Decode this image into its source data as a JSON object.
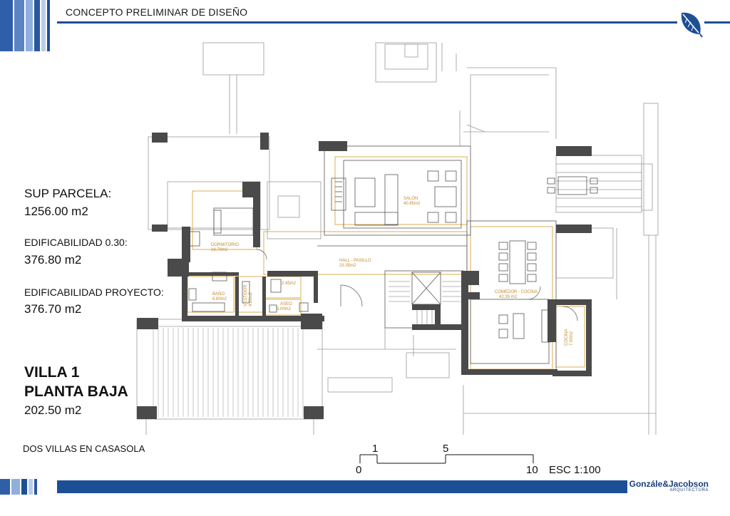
{
  "header": {
    "title": "CONCEPTO PRELIMINAR DE DISEÑO"
  },
  "info": {
    "parcel_label": "SUP PARCELA:",
    "parcel_value": "1256.00 m2",
    "buildable_label": "EDIFICABILIDAD 0.30:",
    "buildable_value": "376.80 m2",
    "project_label": "EDIFICABILIDAD PROYECTO:",
    "project_value": "376.70 m2"
  },
  "villa": {
    "line1": "VILLA 1",
    "line2": "PLANTA BAJA",
    "area": "202.50 m2"
  },
  "footer": {
    "project_name": "DOS VILLAS EN CASASOLA"
  },
  "scale": {
    "top_left": "1",
    "top_mid": "5",
    "bottom_left": "0",
    "bottom_right": "10",
    "label": "ESC 1:100"
  },
  "logo": {
    "text": "Gonzále&Jacobson",
    "subtitle": "ARQUITECTURA"
  },
  "rooms": {
    "dormitorio": {
      "name": "DORMITORIO",
      "area": "16.70m2"
    },
    "salon": {
      "name": "SALÓN",
      "area": "40.85m2"
    },
    "hall": {
      "name": "HALL - PASILLO",
      "area": "23.35m2"
    },
    "bano": {
      "name": "BAÑO",
      "area": "6.60m2"
    },
    "vestidor": {
      "name": "VESTIDOR",
      "area": "4.20m2"
    },
    "closet": {
      "area": "2.45m2"
    },
    "aseo": {
      "name": "ASEO",
      "area": "3.00m2"
    },
    "comedor": {
      "name": "COMEDOR - COCINA",
      "area": "42.35 m2"
    },
    "cocina": {
      "name": "COCINA",
      "area": "7.00m2"
    }
  },
  "colors": {
    "brand_blue": "#1d4f96",
    "wall": "#4a4a4a",
    "room_outline": "#d9a441"
  }
}
